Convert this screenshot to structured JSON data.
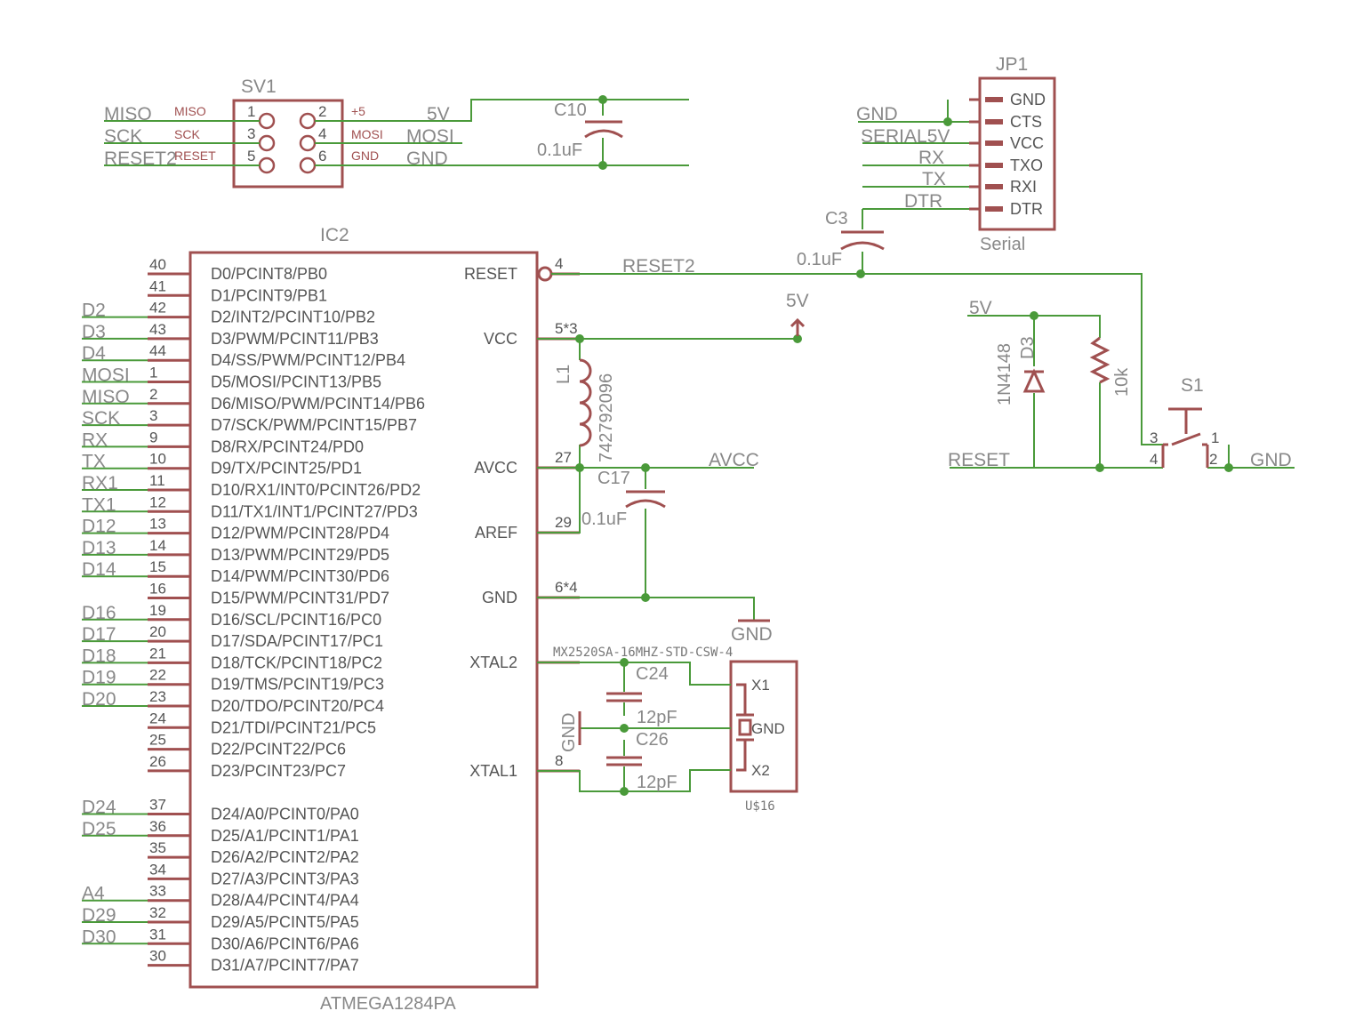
{
  "ic2": {
    "name": "IC2",
    "value": "ATMEGA1284PA",
    "left_pins": [
      {
        "num": "40",
        "label": "D0/PCINT8/PB0",
        "net": ""
      },
      {
        "num": "41",
        "label": "D1/PCINT9/PB1",
        "net": ""
      },
      {
        "num": "42",
        "label": "D2/INT2/PCINT10/PB2",
        "net": "D2"
      },
      {
        "num": "43",
        "label": "D3/PWM/PCINT11/PB3",
        "net": "D3"
      },
      {
        "num": "44",
        "label": "D4/SS/PWM/PCINT12/PB4",
        "net": "D4"
      },
      {
        "num": "1",
        "label": "D5/MOSI/PCINT13/PB5",
        "net": "MOSI"
      },
      {
        "num": "2",
        "label": "D6/MISO/PWM/PCINT14/PB6",
        "net": "MISO"
      },
      {
        "num": "3",
        "label": "D7/SCK/PWM/PCINT15/PB7",
        "net": "SCK"
      },
      {
        "num": "9",
        "label": "D8/RX/PCINT24/PD0",
        "net": "RX"
      },
      {
        "num": "10",
        "label": "D9/TX/PCINT25/PD1",
        "net": "TX"
      },
      {
        "num": "11",
        "label": "D10/RX1/INT0/PCINT26/PD2",
        "net": "RX1"
      },
      {
        "num": "12",
        "label": "D11/TX1/INT1/PCINT27/PD3",
        "net": "TX1"
      },
      {
        "num": "13",
        "label": "D12/PWM/PCINT28/PD4",
        "net": "D12"
      },
      {
        "num": "14",
        "label": "D13/PWM/PCINT29/PD5",
        "net": "D13"
      },
      {
        "num": "15",
        "label": "D14/PWM/PCINT30/PD6",
        "net": "D14"
      },
      {
        "num": "16",
        "label": "D15/PWM/PCINT31/PD7",
        "net": ""
      },
      {
        "num": "19",
        "label": "D16/SCL/PCINT16/PC0",
        "net": "D16"
      },
      {
        "num": "20",
        "label": "D17/SDA/PCINT17/PC1",
        "net": "D17"
      },
      {
        "num": "21",
        "label": "D18/TCK/PCINT18/PC2",
        "net": "D18"
      },
      {
        "num": "22",
        "label": "D19/TMS/PCINT19/PC3",
        "net": "D19"
      },
      {
        "num": "23",
        "label": "D20/TDO/PCINT20/PC4",
        "net": "D20"
      },
      {
        "num": "24",
        "label": "D21/TDI/PCINT21/PC5",
        "net": ""
      },
      {
        "num": "25",
        "label": "D22/PCINT22/PC6",
        "net": ""
      },
      {
        "num": "26",
        "label": "D23/PCINT23/PC7",
        "net": ""
      },
      {
        "num": "37",
        "label": "D24/A0/PCINT0/PA0",
        "net": "D24"
      },
      {
        "num": "36",
        "label": "D25/A1/PCINT1/PA1",
        "net": "D25"
      },
      {
        "num": "35",
        "label": "D26/A2/PCINT2/PA2",
        "net": ""
      },
      {
        "num": "34",
        "label": "D27/A3/PCINT3/PA3",
        "net": ""
      },
      {
        "num": "33",
        "label": "D28/A4/PCINT4/PA4",
        "net": "A4"
      },
      {
        "num": "32",
        "label": "D29/A5/PCINT5/PA5",
        "net": "D29"
      },
      {
        "num": "31",
        "label": "D30/A6/PCINT6/PA6",
        "net": "D30"
      },
      {
        "num": "30",
        "label": "D31/A7/PCINT7/PA7",
        "net": ""
      }
    ],
    "right_pins": [
      {
        "label": "RESET",
        "num": "4"
      },
      {
        "label": "VCC",
        "num": "5*3"
      },
      {
        "label": "AVCC",
        "num": "27"
      },
      {
        "label": "AREF",
        "num": "29"
      },
      {
        "label": "GND",
        "num": "6*4"
      },
      {
        "label": "XTAL2",
        "num": ""
      },
      {
        "label": "XTAL1",
        "num": "8"
      }
    ]
  },
  "sv1": {
    "name": "SV1",
    "pin_nums": [
      "1",
      "2",
      "3",
      "4",
      "5",
      "6"
    ],
    "pin_labels_left": [
      "MISO",
      "SCK",
      "RESET"
    ],
    "pin_labels_right": [
      "+5",
      "MOSI",
      "GND"
    ],
    "nets_left": [
      "MISO",
      "SCK",
      "RESET2"
    ],
    "nets_right": [
      "5V",
      "MOSI",
      "GND"
    ]
  },
  "jp1": {
    "name": "JP1",
    "value": "Serial",
    "pins": [
      "GND",
      "CTS",
      "VCC",
      "TXO",
      "RXI",
      "DTR"
    ],
    "nets": [
      "GND",
      "SERIAL5V",
      "RX",
      "TX",
      "DTR"
    ]
  },
  "c10": {
    "name": "C10",
    "value": "0.1uF"
  },
  "c3": {
    "name": "C3",
    "value": "0.1uF"
  },
  "c17": {
    "name": "C17",
    "value": "0.1uF"
  },
  "c24": {
    "name": "C24",
    "value": "12pF"
  },
  "c26": {
    "name": "C26",
    "value": "12pF"
  },
  "l1": {
    "name": "L1",
    "value": "742792096"
  },
  "d3": {
    "name": "D3",
    "value": "1N4148"
  },
  "r_pullup": {
    "value": "10k"
  },
  "s1": {
    "name": "S1",
    "pins": [
      "3",
      "1",
      "4",
      "2"
    ]
  },
  "crystal": {
    "name": "U$16",
    "value": "MX2520SA-16MHZ-STD-CSW-4",
    "pins": [
      "X1",
      "GND",
      "X2"
    ]
  },
  "nets": {
    "reset2": "RESET2",
    "v5": "5V",
    "v5b": "5V",
    "avcc": "AVCC",
    "gnd_ic": "GND",
    "gnd_cry": "GND",
    "reset": "RESET",
    "gnd_s1": "GND"
  },
  "colors": {
    "symbol": "#a05050",
    "wire": "#4a9a3a",
    "text": "#555555"
  }
}
